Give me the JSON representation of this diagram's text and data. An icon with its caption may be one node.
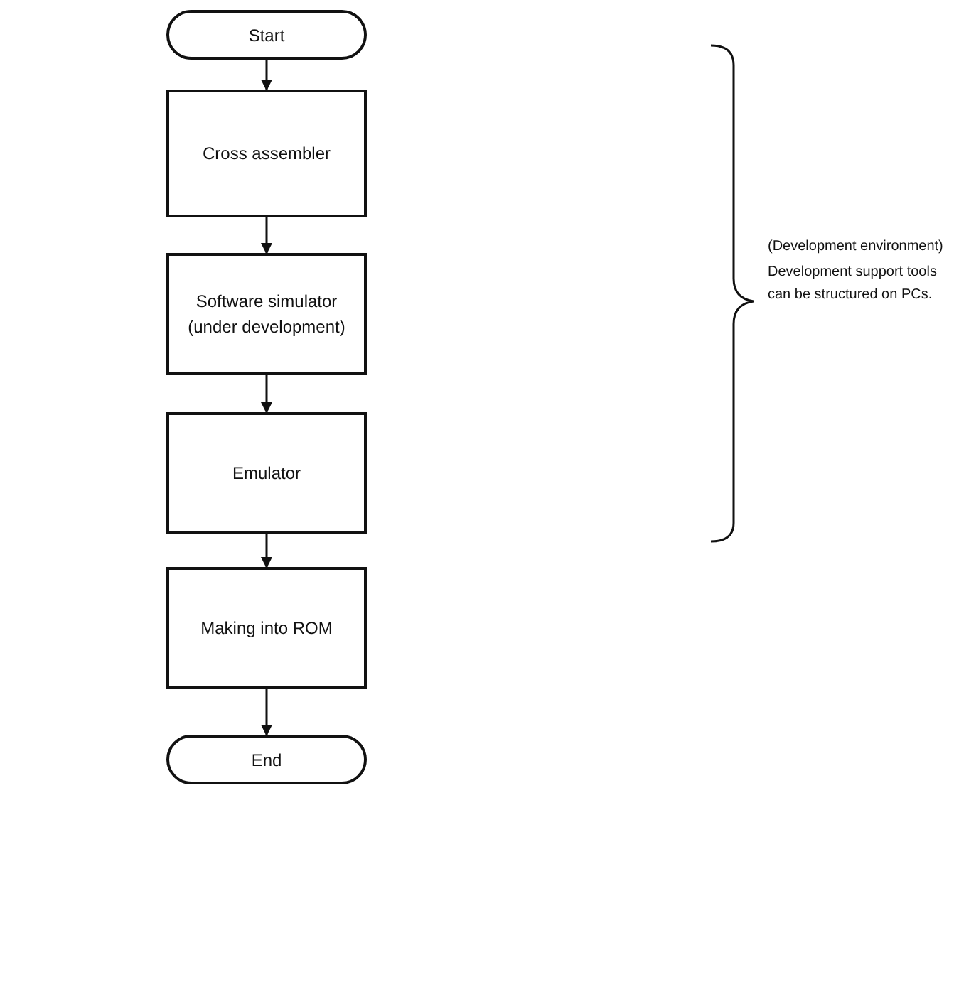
{
  "diagram": {
    "nodes": [
      {
        "text": [
          "Start"
        ]
      },
      {
        "text": [
          "Cross assembler"
        ]
      },
      {
        "text": [
          "Software simulator (under development)"
        ]
      },
      {
        "text": [
          "Emulator"
        ]
      },
      {
        "text": [
          "Making into ROM"
        ]
      },
      {
        "text": [
          "End"
        ]
      }
    ],
    "edges": [
      {
        "from": 0,
        "to": 1,
        "arrow": "to"
      },
      {
        "from": 1,
        "to": 2,
        "arrow": "to"
      },
      {
        "from": 2,
        "to": 3,
        "arrow": "to"
      },
      {
        "from": 3,
        "to": 4,
        "arrow": "to"
      },
      {
        "from": 4,
        "to": 5,
        "arrow": "to"
      }
    ],
    "labels": [
      "(Development environment)",
      "Development support tools can be structured on PCs."
    ]
  }
}
